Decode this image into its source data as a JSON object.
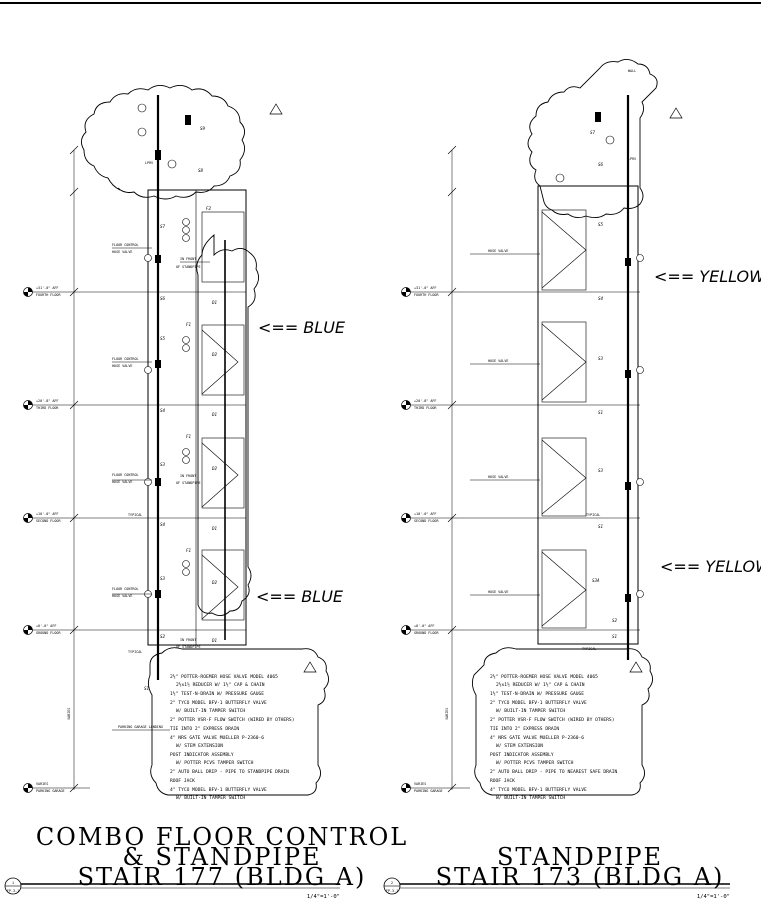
{
  "left": {
    "callouts": [
      "<== BLUE",
      "<== BLUE"
    ],
    "sheet_no": "1",
    "sheet_ref": "FP-3.1",
    "title_lines": [
      "COMBO FLOOR CONTROL",
      "& STANDPIPE",
      "STAIR 177 (BLDG A)"
    ],
    "scale": "1/4\"=1'-0\"",
    "levels": [
      {
        "elev": "+31'-0\" AFF",
        "name": "FOURTH FLOOR"
      },
      {
        "elev": "+20'-8\" AFF",
        "name": "THIRD FLOOR"
      },
      {
        "elev": "+10'-0\" AFF",
        "name": "SECOND FLOOR"
      },
      {
        "elev": "+0'-0\" AFF",
        "name": "GROUND FLOOR"
      },
      {
        "elev": "VARIES",
        "name": "PARKING GARAGE"
      }
    ],
    "labels": {
      "floor_control_valve": "FLOOR CONTROL",
      "hose_valve": "HOSE VALVE",
      "in_front_of_standpipe": "IN FRONT",
      "of_standpipe": "OF STANDPIPE",
      "typical": "TYPICAL",
      "parking_landing": "PARKING GARAGE LANDING",
      "varies": "VARIES",
      "lprv": "LPRV",
      "fc": "FC"
    }
  },
  "right": {
    "callouts": [
      "<== YELLOW",
      "<== YELLOW"
    ],
    "sheet_no": "2",
    "sheet_ref": "FP-3.1",
    "title_lines": [
      "STANDPIPE",
      "STAIR 173 (BLDG A)"
    ],
    "scale": "1/4\"=1'-0\"",
    "levels": [
      {
        "elev": "+31'-0\" AFF",
        "name": "FOURTH FLOOR"
      },
      {
        "elev": "+20'-8\" AFF",
        "name": "THIRD FLOOR"
      },
      {
        "elev": "+10'-0\" AFF",
        "name": "SECOND FLOOR"
      },
      {
        "elev": "+0'-0\" AFF",
        "name": "GROUND FLOOR"
      },
      {
        "elev": "VARIES",
        "name": "PARKING GARAGE"
      }
    ],
    "labels": {
      "hose_valve": "HOSE VALVE",
      "typical": "TYPICAL",
      "wall": "WALL",
      "lprv": "LPRV",
      "varies": "VARIES"
    }
  },
  "legend_left": [
    "2½\" POTTER-ROEMER HOSE VALVE MODEL 4065",
    "2½x1½ REDUCER W/ 1½\" CAP & CHAIN",
    "1½\" TEST-N-DRAIN W/ PRESSURE GAUGE",
    "2\" TYCO MODEL BFV-1 BUTTERFLY VALVE",
    "W/ BUILT-IN TAMPER SWITCH",
    "2\" POTTER VSR-F FLOW SWITCH (WIRED BY OTHERS)",
    "TIE INTO 2\" EXPRESS DRAIN",
    "4\" NRS GATE VALVE MUELLER P-2360-6",
    "W/ STEM EXTENSION",
    "POST INDICATOR ASSEMBLY",
    "W/ POTTER PCVS TAMPER SWITCH",
    "2\" AUTO BALL DRIP - PIPE TO STANDPIPE DRAIN",
    "ROOF JACK",
    "4\" TYCO MODEL BFV-1 BUTTERFLY VALVE",
    "W/ BUILT-IN TAMPER SWITCH"
  ],
  "legend_right": [
    "2½\" POTTER-ROEMER HOSE VALVE MODEL 4065",
    "2½x1½ REDUCER W/ 1½\" CAP & CHAIN",
    "1½\" TEST-N-DRAIN W/ PRESSURE GAUGE",
    "2\" TYCO MODEL BFV-1 BUTTERFLY VALVE",
    "W/ BUILT-IN TAMPER SWITCH",
    "2\" POTTER VSR-F FLOW SWITCH (WIRED BY OTHERS)",
    "TIE INTO 2\" EXPRESS DRAIN",
    "4\" NRS GATE VALVE MUELLER P-2360-6",
    "W/ STEM EXTENSION",
    "POST INDICATOR ASSEMBLY",
    "W/ POTTER PCVS TAMPER SWITCH",
    "2\" AUTO BALL DRIP - PIPE TO NEAREST SAFE DRAIN",
    "ROOF JACK",
    "4\" TYCO MODEL BFV-1 BUTTERFLY VALVE",
    "W/ BUILT-IN TAMPER SWITCH"
  ],
  "stair_tags_left": [
    "S9",
    "S8",
    "F2",
    "S7",
    "S6",
    "D1",
    "F1",
    "S5",
    "D2",
    "S4",
    "D1",
    "F1",
    "S3",
    "D2",
    "S4",
    "D1",
    "F1",
    "S3",
    "D2",
    "S2",
    "D1",
    "S1"
  ],
  "stair_tags_right": [
    "S7",
    "S6",
    "S5",
    "S4",
    "S3",
    "S1",
    "S3",
    "S1",
    "S3A",
    "S2",
    "S1"
  ]
}
